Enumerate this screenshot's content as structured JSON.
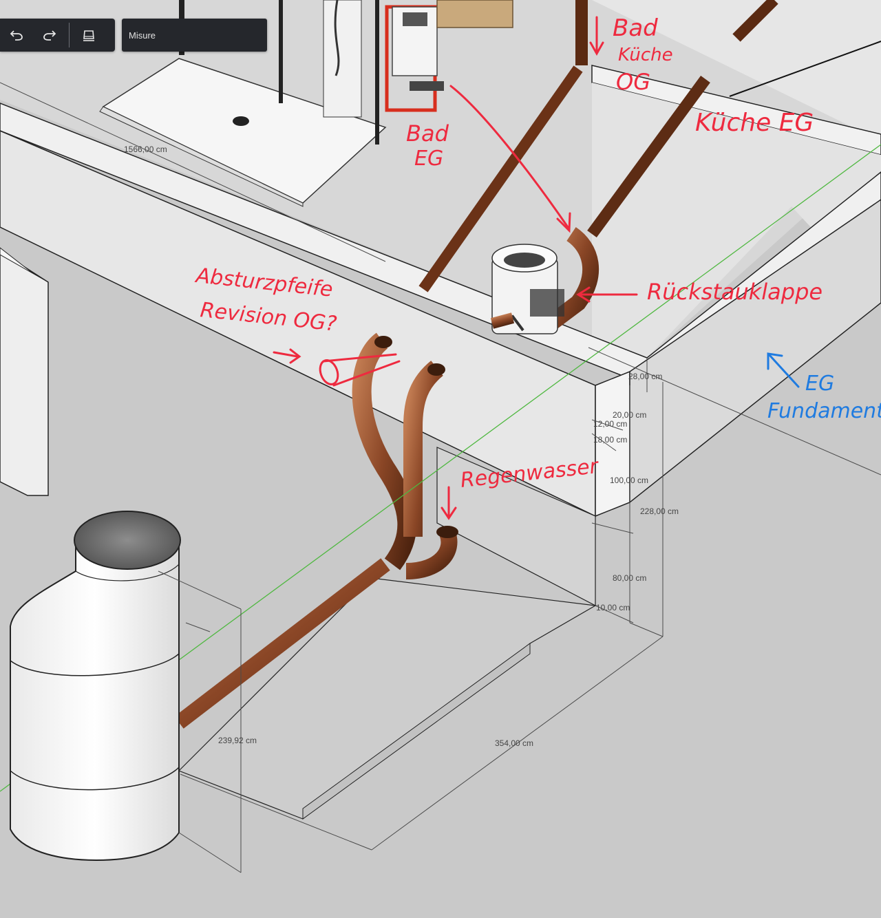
{
  "toolbar": {
    "undo_icon": "undo-icon",
    "redo_icon": "redo-icon",
    "eraser_icon": "eraser-icon"
  },
  "measure_box": {
    "label": "Misure"
  },
  "dimensions": {
    "d1566": "1566,00 cm",
    "d28": "28,00 cm",
    "d20": "20,00 cm",
    "d12": "12,00 cm",
    "d18": "18,00 cm",
    "d100": "100,00 cm",
    "d228": "228,00 cm",
    "d80": "80,00 cm",
    "d10": "10,00 cm",
    "d239": "239,92 cm",
    "d354": "354,00 cm"
  },
  "annotations": {
    "bad_kueche_og_1": "Bad",
    "bad_kueche_og_2": "Küche",
    "bad_kueche_og_3": "OG",
    "kueche_eg": "Küche EG",
    "bad_eg_1": "Bad",
    "bad_eg_2": "EG",
    "absturzpfeife_1": "Absturzpfeife",
    "absturzpfeife_2": "Revision OG?",
    "rueckstauklappe": "Rückstauklappe",
    "regenwasser": "Regenwasser",
    "eg_fundamente_1": "EG",
    "eg_fundamente_2": "Fundamente"
  },
  "colors": {
    "annotation_red": "#ee2a3f",
    "annotation_blue": "#1f7be0",
    "pipe_brown": "#7a3a1d",
    "axis_green": "#4fb840",
    "toolbar_bg": "#25272c"
  }
}
